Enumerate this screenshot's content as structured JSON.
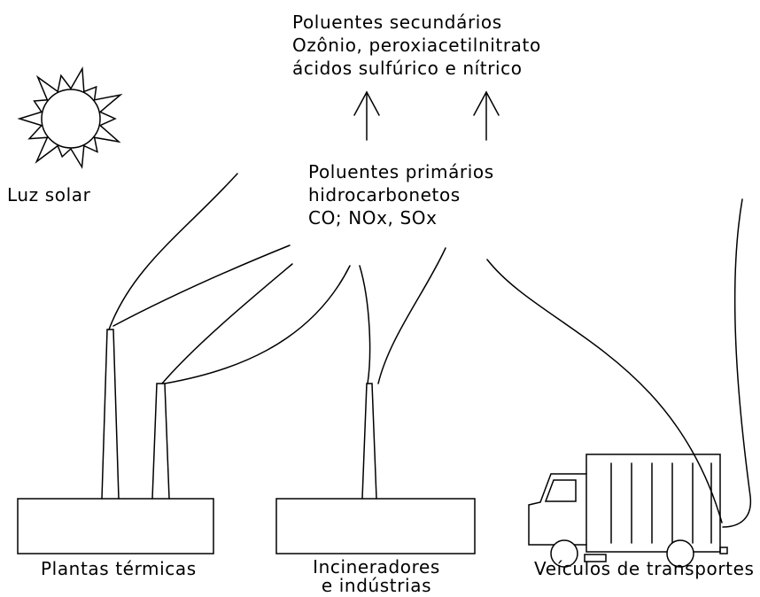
{
  "labels": {
    "secondary_title": "Poluentes secundários",
    "secondary_line2": "Ozônio, peroxiacetilnitrato",
    "secondary_line3": "ácidos sulfúrico e nítrico",
    "primary_title": "Poluentes primários",
    "primary_line2": "hidrocarbonetos",
    "primary_line3": "CO; NOx, SOx",
    "sun": "Luz solar",
    "thermal_plants": "Plantas térmicas",
    "incinerators_line1": "Incineradores",
    "incinerators_line2": "e indústrias",
    "vehicles": "Veículos de transportes"
  },
  "icons": {
    "sun": "sun-icon",
    "arrows": "arrow-up-icon",
    "factory": "factory-icon",
    "truck": "truck-icon"
  },
  "colors": {
    "line": "#000000",
    "background": "#ffffff"
  }
}
